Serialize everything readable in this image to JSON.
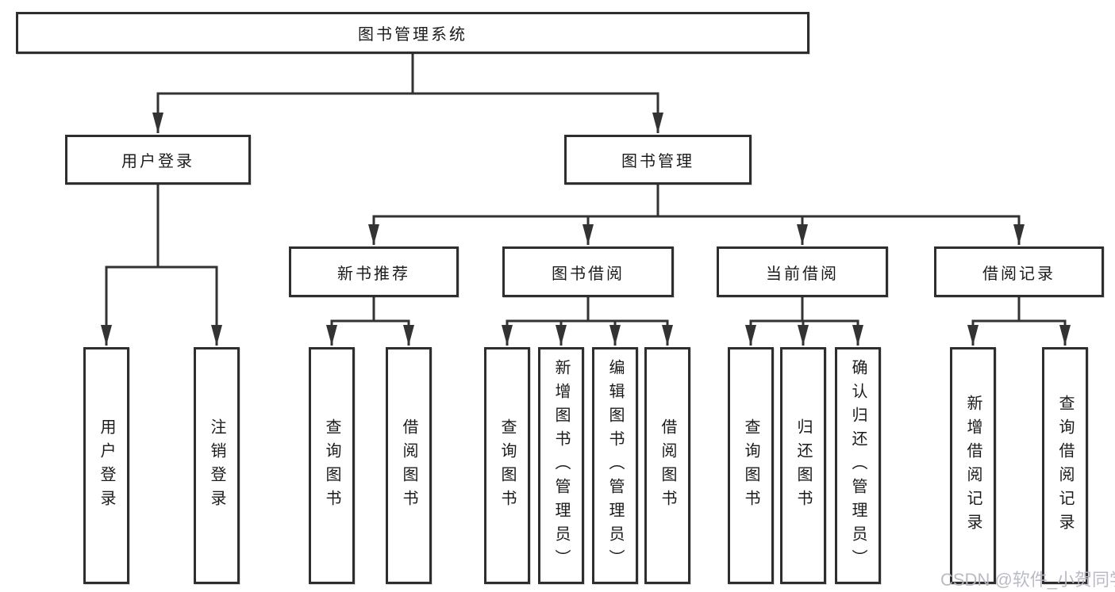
{
  "tree": {
    "root": {
      "label": "图书管理系统",
      "children": [
        {
          "label": "用户登录",
          "children": [
            {
              "label": "用户登录"
            },
            {
              "label": "注销登录"
            }
          ]
        },
        {
          "label": "图书管理",
          "children": [
            {
              "label": "新书推荐",
              "children": [
                {
                  "label": "查询图书"
                },
                {
                  "label": "借阅图书"
                }
              ]
            },
            {
              "label": "图书借阅",
              "children": [
                {
                  "label": "查询图书"
                },
                {
                  "label": "新增图书（管理员）"
                },
                {
                  "label": "编辑图书（管理员）"
                },
                {
                  "label": "借阅图书"
                }
              ]
            },
            {
              "label": "当前借阅",
              "children": [
                {
                  "label": "查询图书"
                },
                {
                  "label": "归还图书"
                },
                {
                  "label": "确认归还（管理员）"
                }
              ]
            },
            {
              "label": "借阅记录",
              "children": [
                {
                  "label": "新增借阅记录"
                },
                {
                  "label": "查询借阅记录"
                }
              ]
            }
          ]
        }
      ]
    }
  },
  "watermark": {
    "text": "CSDN @软件_小贺同学"
  },
  "colors": {
    "line": "#333333",
    "box_border": "#2e2e2e",
    "text": "#1b1b1b",
    "watermark": "#b7b8c2",
    "background": "#ffffff"
  }
}
